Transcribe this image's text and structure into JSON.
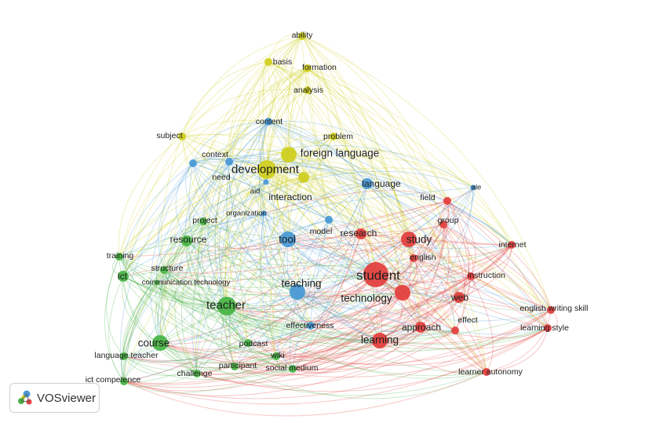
{
  "app": {
    "name": "VOSviewer",
    "logo_icon": "vosviewer-logo-icon"
  },
  "colors": {
    "cluster_red": "#e3413f",
    "cluster_green": "#4bb548",
    "cluster_blue": "#4b9ad6",
    "cluster_yellow": "#cfcf22"
  },
  "nodes": [
    {
      "id": "ability",
      "label": "ability",
      "cluster": "yellow",
      "weight": 2
    },
    {
      "id": "basis",
      "label": "basis",
      "cluster": "yellow",
      "weight": 2
    },
    {
      "id": "formation",
      "label": "formation",
      "cluster": "yellow",
      "weight": 2
    },
    {
      "id": "analysis",
      "label": "analysis",
      "cluster": "yellow",
      "weight": 2
    },
    {
      "id": "content",
      "label": "content",
      "cluster": "blue",
      "weight": 2
    },
    {
      "id": "subject",
      "label": "subject",
      "cluster": "yellow",
      "weight": 2
    },
    {
      "id": "problem",
      "label": "problem",
      "cluster": "yellow",
      "weight": 2
    },
    {
      "id": "foreign_language",
      "label": "foreign language",
      "cluster": "yellow",
      "weight": 4
    },
    {
      "id": "context",
      "label": "context",
      "cluster": "blue",
      "weight": 2
    },
    {
      "id": "development",
      "label": "development",
      "cluster": "yellow",
      "weight": 5
    },
    {
      "id": "need",
      "label": "need",
      "cluster": "blue",
      "weight": 2
    },
    {
      "id": "aid",
      "label": "aid",
      "cluster": "blue",
      "weight": 1
    },
    {
      "id": "interaction",
      "label": "interaction",
      "cluster": "yellow",
      "weight": 3
    },
    {
      "id": "language",
      "label": "language",
      "cluster": "blue",
      "weight": 3
    },
    {
      "id": "field",
      "label": "field",
      "cluster": "red",
      "weight": 2
    },
    {
      "id": "ale",
      "label": "ale",
      "cluster": "blue",
      "weight": 1
    },
    {
      "id": "organization",
      "label": "organization",
      "cluster": "blue",
      "weight": 1
    },
    {
      "id": "project",
      "label": "project",
      "cluster": "green",
      "weight": 2
    },
    {
      "id": "group",
      "label": "group",
      "cluster": "red",
      "weight": 2
    },
    {
      "id": "model",
      "label": "model",
      "cluster": "blue",
      "weight": 2
    },
    {
      "id": "research",
      "label": "research",
      "cluster": "red",
      "weight": 3
    },
    {
      "id": "study",
      "label": "study",
      "cluster": "red",
      "weight": 4
    },
    {
      "id": "resource",
      "label": "resource",
      "cluster": "green",
      "weight": 3
    },
    {
      "id": "tool",
      "label": "tool",
      "cluster": "blue",
      "weight": 4
    },
    {
      "id": "internet",
      "label": "internet",
      "cluster": "red",
      "weight": 2
    },
    {
      "id": "training",
      "label": "training",
      "cluster": "green",
      "weight": 2
    },
    {
      "id": "english",
      "label": "english",
      "cluster": "red",
      "weight": 2
    },
    {
      "id": "structure",
      "label": "structure",
      "cluster": "green",
      "weight": 2
    },
    {
      "id": "ict",
      "label": "ict",
      "cluster": "green",
      "weight": 3
    },
    {
      "id": "communication_technology",
      "label": "communication technology",
      "cluster": "green",
      "weight": 1
    },
    {
      "id": "student",
      "label": "student",
      "cluster": "red",
      "weight": 6
    },
    {
      "id": "instruction",
      "label": "instruction",
      "cluster": "red",
      "weight": 2
    },
    {
      "id": "teaching",
      "label": "teaching",
      "cluster": "blue",
      "weight": 4
    },
    {
      "id": "technology",
      "label": "technology",
      "cluster": "red",
      "weight": 4
    },
    {
      "id": "web",
      "label": "web",
      "cluster": "red",
      "weight": 3
    },
    {
      "id": "teacher",
      "label": "teacher",
      "cluster": "green",
      "weight": 5
    },
    {
      "id": "english_writing_skill",
      "label": "english writing skill",
      "cluster": "red",
      "weight": 2
    },
    {
      "id": "effect",
      "label": "effect",
      "cluster": "red",
      "weight": 2
    },
    {
      "id": "effectiveness",
      "label": "effectiveness",
      "cluster": "blue",
      "weight": 2
    },
    {
      "id": "approach",
      "label": "approach",
      "cluster": "red",
      "weight": 3
    },
    {
      "id": "learning_style",
      "label": "learning style",
      "cluster": "red",
      "weight": 2
    },
    {
      "id": "course",
      "label": "course",
      "cluster": "green",
      "weight": 4
    },
    {
      "id": "podcast",
      "label": "podcast",
      "cluster": "green",
      "weight": 2
    },
    {
      "id": "learning",
      "label": "learning",
      "cluster": "red",
      "weight": 4
    },
    {
      "id": "language_teacher",
      "label": "language teacher",
      "cluster": "green",
      "weight": 2
    },
    {
      "id": "wiki",
      "label": "wiki",
      "cluster": "green",
      "weight": 2
    },
    {
      "id": "participant",
      "label": "participant",
      "cluster": "green",
      "weight": 2
    },
    {
      "id": "social_medium",
      "label": "social medium",
      "cluster": "green",
      "weight": 2
    },
    {
      "id": "challenge",
      "label": "challenge",
      "cluster": "green",
      "weight": 2
    },
    {
      "id": "learner_autonomy",
      "label": "learner autonomy",
      "cluster": "red",
      "weight": 2
    },
    {
      "id": "ict_competence",
      "label": "ict competence",
      "cluster": "green",
      "weight": 2
    }
  ]
}
